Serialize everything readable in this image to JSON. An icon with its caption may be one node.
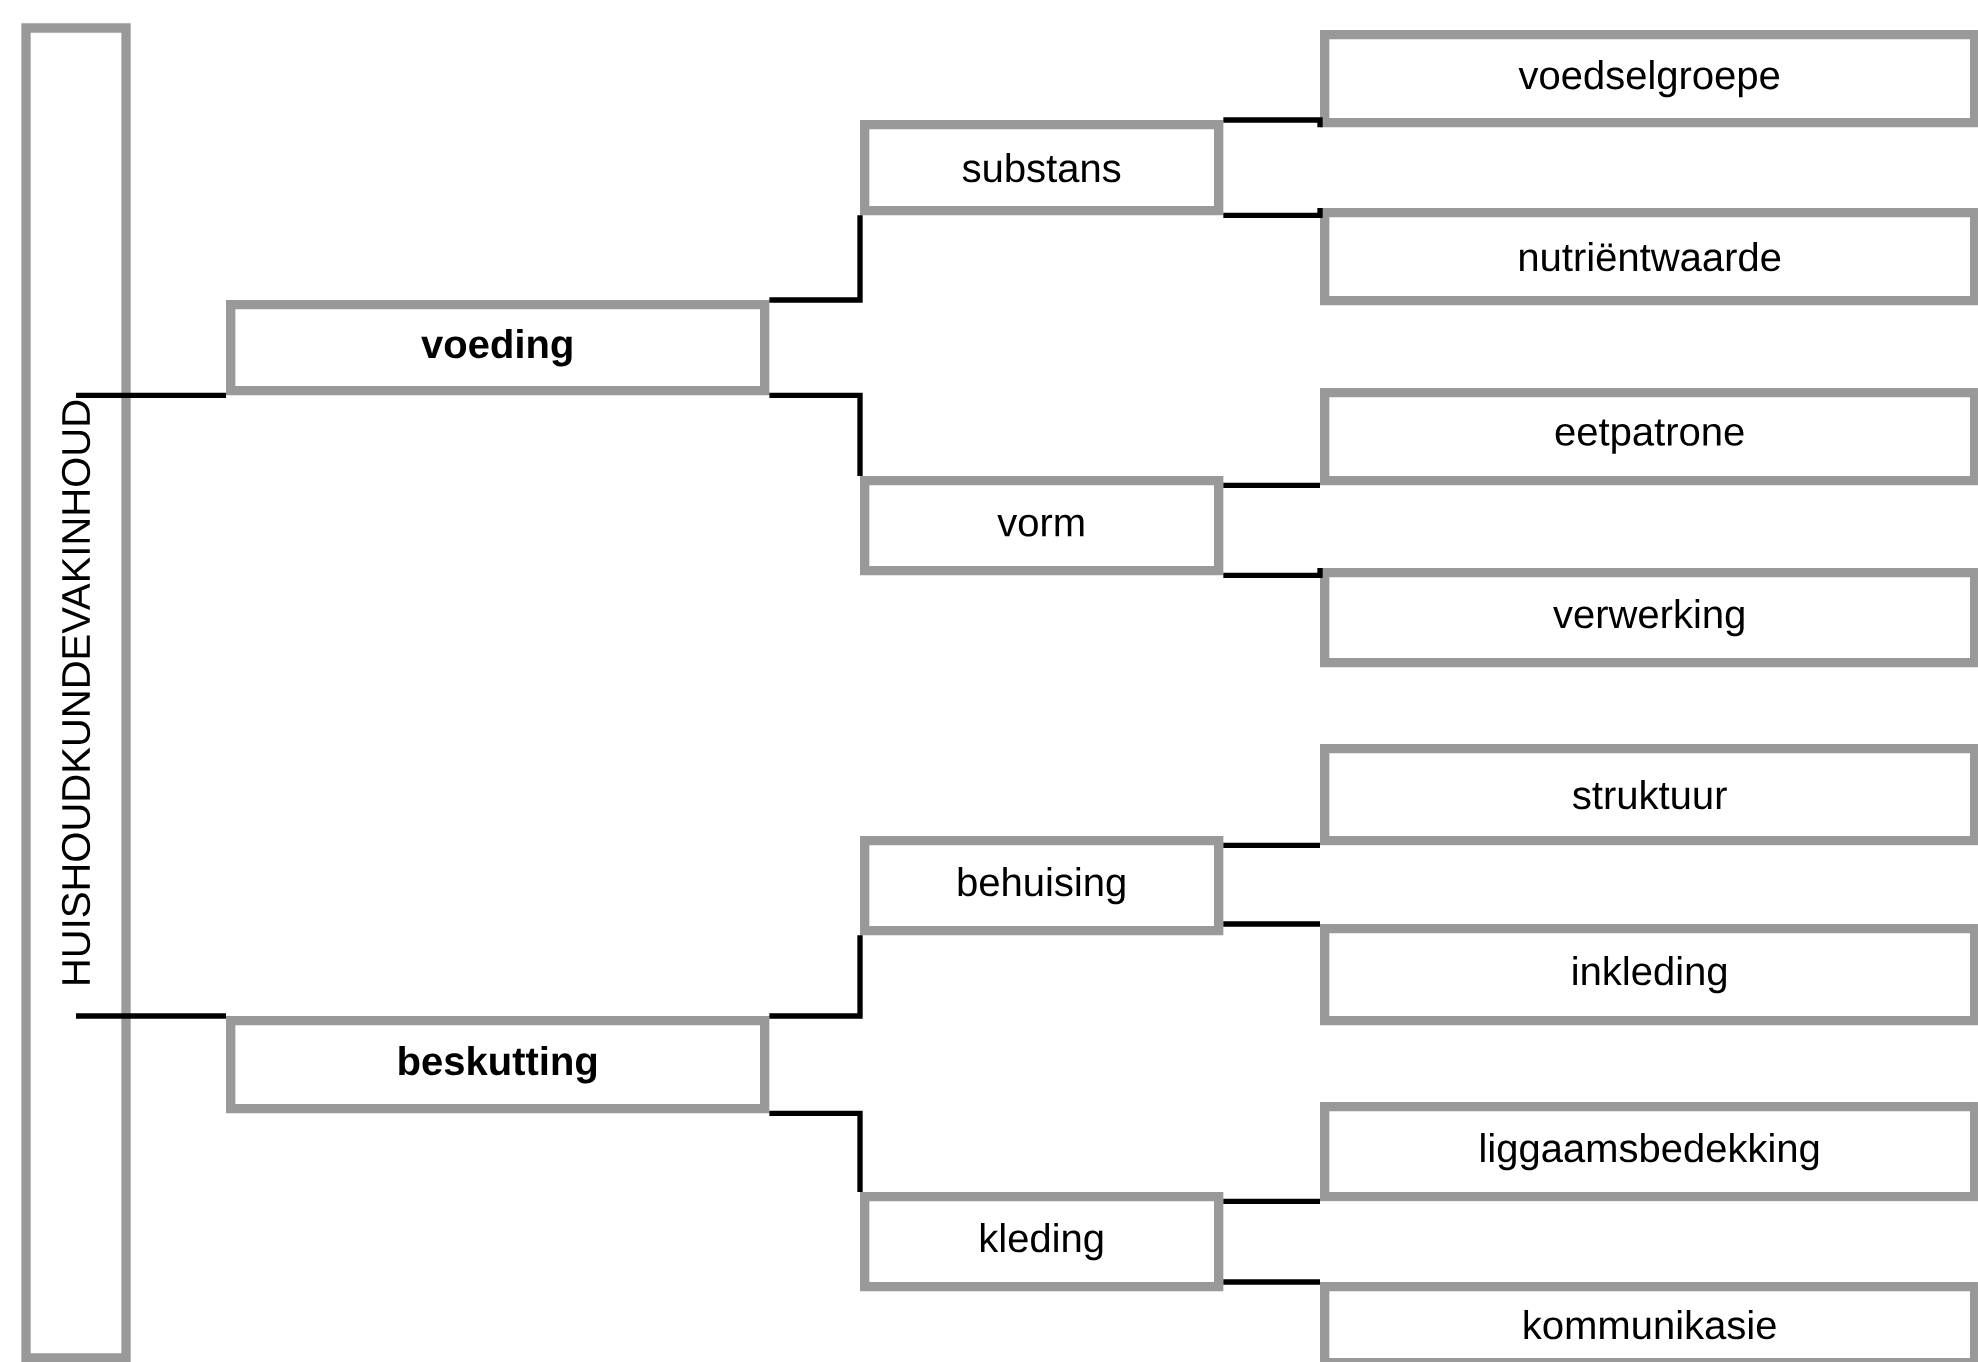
{
  "diagram": {
    "nodes": [
      {
        "text": [
          "HUISHOUDKUNDEVAKINHOUD"
        ]
      },
      {
        "text": [
          "voeding"
        ]
      },
      {
        "text": [
          "substans"
        ]
      },
      {
        "text": [
          "voedselgroepe"
        ]
      },
      {
        "text": [
          "nutriëntwaarde"
        ]
      },
      {
        "text": [
          "vorm"
        ]
      },
      {
        "text": [
          "eetpatrone"
        ]
      },
      {
        "text": [
          "verwerking"
        ]
      },
      {
        "text": [
          "beskutting"
        ]
      },
      {
        "text": [
          "behuising"
        ]
      },
      {
        "text": [
          "struktuur"
        ]
      },
      {
        "text": [
          "inkleding"
        ]
      },
      {
        "text": [
          "kleding"
        ]
      },
      {
        "text": [
          "liggaamsbedekking"
        ]
      },
      {
        "text": [
          "kommunikasie"
        ]
      }
    ],
    "edges": [
      {
        "from": 0,
        "to": 1,
        "arrow": "none"
      },
      {
        "from": 1,
        "to": 2,
        "arrow": "none"
      },
      {
        "from": 2,
        "to": 3,
        "arrow": "none"
      },
      {
        "from": 2,
        "to": 4,
        "arrow": "none"
      },
      {
        "from": 1,
        "to": 5,
        "arrow": "none"
      },
      {
        "from": 5,
        "to": 6,
        "arrow": "none"
      },
      {
        "from": 5,
        "to": 7,
        "arrow": "none"
      },
      {
        "from": 0,
        "to": 8,
        "arrow": "none"
      },
      {
        "from": 8,
        "to": 9,
        "arrow": "none"
      },
      {
        "from": 9,
        "to": 10,
        "arrow": "none"
      },
      {
        "from": 9,
        "to": 11,
        "arrow": "none"
      },
      {
        "from": 8,
        "to": 12,
        "arrow": "none"
      },
      {
        "from": 12,
        "to": 13,
        "arrow": "none"
      },
      {
        "from": 12,
        "to": 14,
        "arrow": "none"
      }
    ]
  }
}
